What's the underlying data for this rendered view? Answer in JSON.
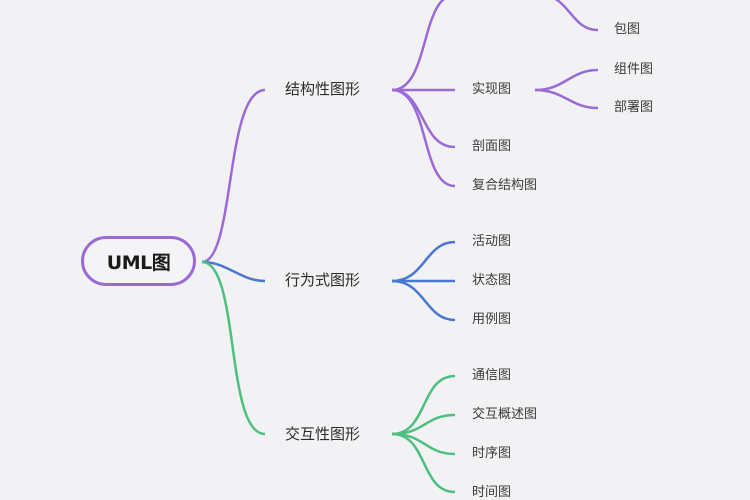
{
  "root": {
    "label": "UML图",
    "border_color": "#9b6ad6"
  },
  "branches": [
    {
      "label": "结构性图形",
      "color": "#9b6ad6",
      "children": [
        {
          "label": "包图",
          "partial_sibling_above": true
        },
        {
          "label": "实现图",
          "children": [
            {
              "label": "组件图"
            },
            {
              "label": "部署图"
            }
          ]
        },
        {
          "label": "剖面图"
        },
        {
          "label": "复合结构图"
        }
      ]
    },
    {
      "label": "行为式图形",
      "color": "#4a78d0",
      "children": [
        {
          "label": "活动图"
        },
        {
          "label": "状态图"
        },
        {
          "label": "用例图"
        }
      ]
    },
    {
      "label": "交互性图形",
      "color": "#4dbf80",
      "children": [
        {
          "label": "通信图"
        },
        {
          "label": "交互概述图"
        },
        {
          "label": "时序图"
        },
        {
          "label": "时间图"
        }
      ]
    }
  ],
  "colors": {
    "background": "#f2f2f4",
    "structural": "#9b6ad6",
    "behavioral": "#4a78d0",
    "interaction": "#4dbf80",
    "text": "#333333"
  }
}
